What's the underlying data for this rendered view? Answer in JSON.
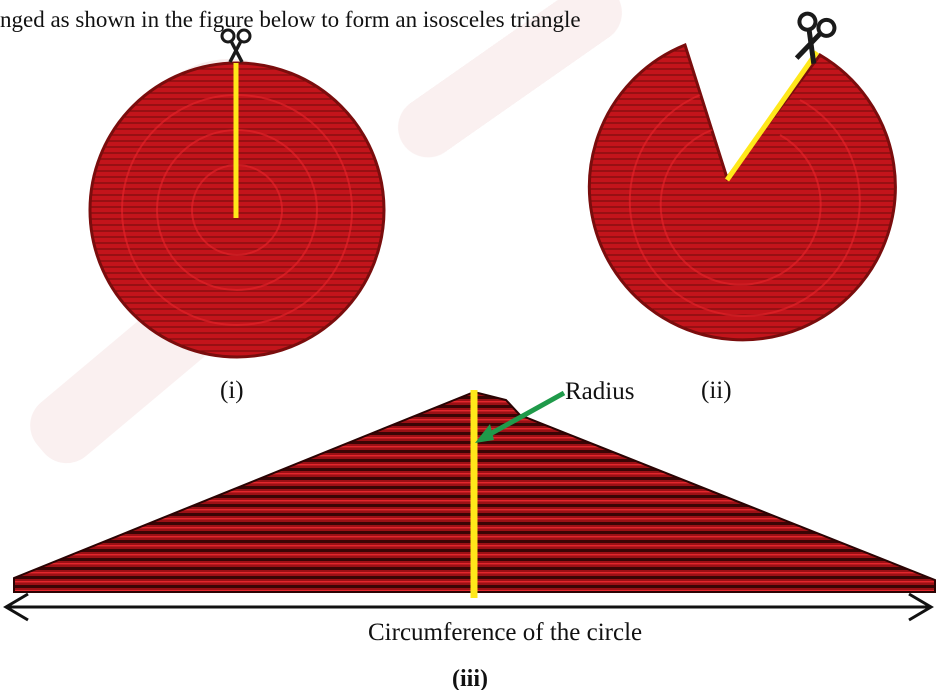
{
  "heading": "nged as shown in the figure below to form an isosceles triangle",
  "labels": {
    "fig_i": "(i)",
    "fig_ii": "(ii)",
    "fig_iii": "(iii)",
    "radius": "Radius",
    "circumference": "Circumference of the circle"
  },
  "colors": {
    "disc_red": "#c3141b",
    "disc_dark": "#5a0b0b",
    "cut_line": "#ffe81a",
    "radius_arrow": "#1f9a4a",
    "scissors": "#1a1a1a",
    "watermark": "#f2dede"
  },
  "icons": {
    "scissors_left": "scissors-icon",
    "scissors_right": "scissors-icon"
  }
}
